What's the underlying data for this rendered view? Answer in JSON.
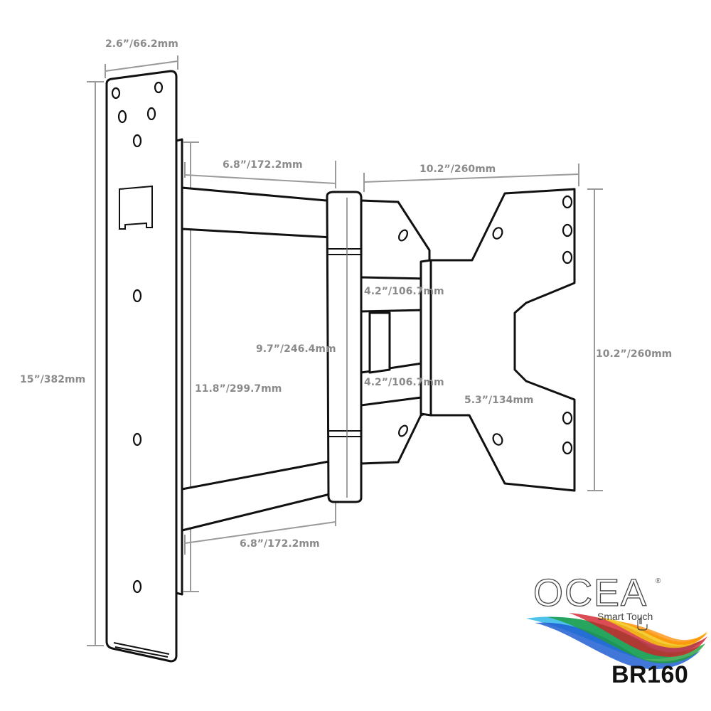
{
  "dimensions": {
    "plate_width": "2.6”/66.2mm",
    "plate_height": "15”/382mm",
    "upper_arm_length": "6.8”/172.2mm",
    "lower_arm_length": "6.8”/172.2mm",
    "inner_plate_height": "11.8”/299.7mm",
    "bracket_height": "9.7”/246.4mm",
    "top_inner_arm": "4.2”/106.7mm",
    "bottom_inner_arm": "4.2”/106.7mm",
    "vesa_width": "10.2”/260mm",
    "vesa_height": "10.2”/260mm",
    "hinge_height": "5.3”/134mm"
  },
  "brand": {
    "name": "OCEA",
    "registered": "®",
    "tagline": "Smart Touch"
  },
  "model": "BR160",
  "colors": {
    "dimension_gray": "#8a8a8a",
    "outline": "#111111",
    "swoosh": [
      "#1f5fd1",
      "#2fb7e6",
      "#1e9c3a",
      "#d21f2b",
      "#f2c413",
      "#ff8a00"
    ]
  }
}
